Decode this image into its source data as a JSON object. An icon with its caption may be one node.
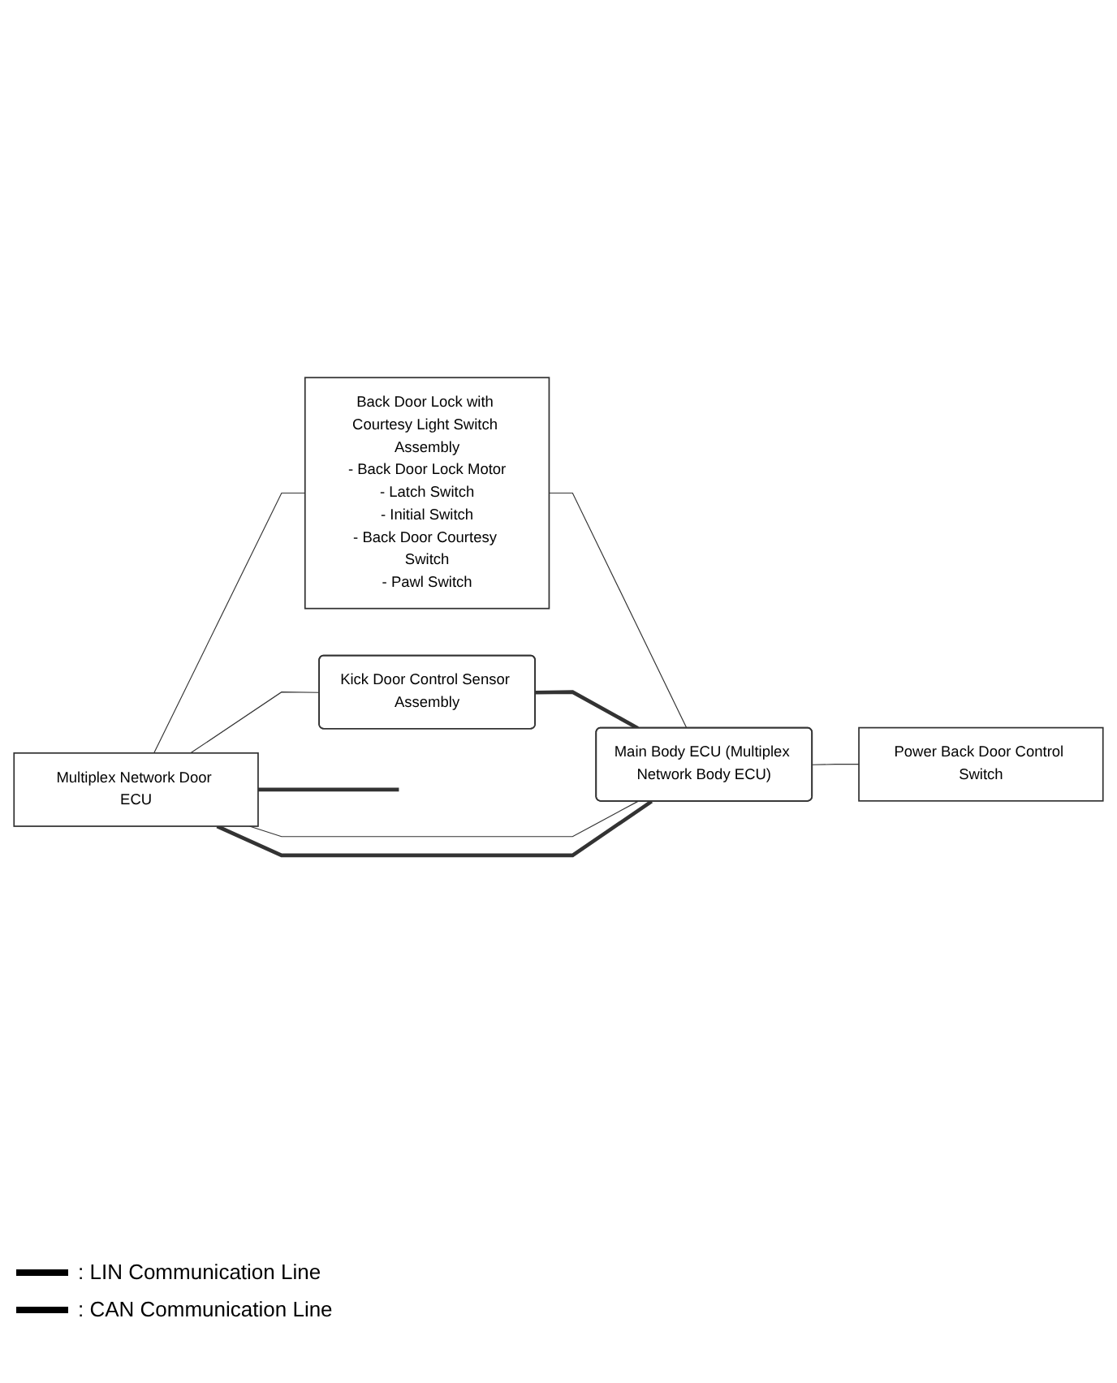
{
  "diagram": {
    "nodes": [
      {
        "text": [
          "Multiplex Network Door ECU"
        ]
      },
      {
        "text": [
          "Back Door Lock with Courtesy Light Switch Assembly",
          "- Back Door Lock Motor",
          "- Latch Switch",
          "- Initial Switch",
          "- Back Door Courtesy Switch",
          "- Pawl Switch"
        ]
      },
      {
        "text": [
          "Kick Door Control Sensor Assembly"
        ]
      },
      {
        "text": [
          "Main Body ECU (Multiplex Network Body ECU)"
        ]
      },
      {
        "text": [
          "Power Back Door Control Switch"
        ]
      }
    ],
    "edges": [
      {
        "from": 0,
        "to": 1,
        "arrow": "none"
      },
      {
        "from": 0,
        "to": 2,
        "arrow": "none"
      },
      {
        "from": 1,
        "to": 3,
        "arrow": "none"
      },
      {
        "from": 2,
        "to": 3,
        "arrow": "none",
        "style": "thick"
      },
      {
        "from": 0,
        "to": 3,
        "arrow": "none"
      },
      {
        "from": 0,
        "to": 3,
        "arrow": "none",
        "style": "thick"
      },
      {
        "from": 0,
        "to": null,
        "arrow": "none",
        "style": "thick"
      },
      {
        "from": 3,
        "to": 4,
        "arrow": "none"
      }
    ],
    "legend": [
      {
        "text": ": LIN Communication Line"
      },
      {
        "text": ": CAN Communication Line"
      }
    ]
  }
}
